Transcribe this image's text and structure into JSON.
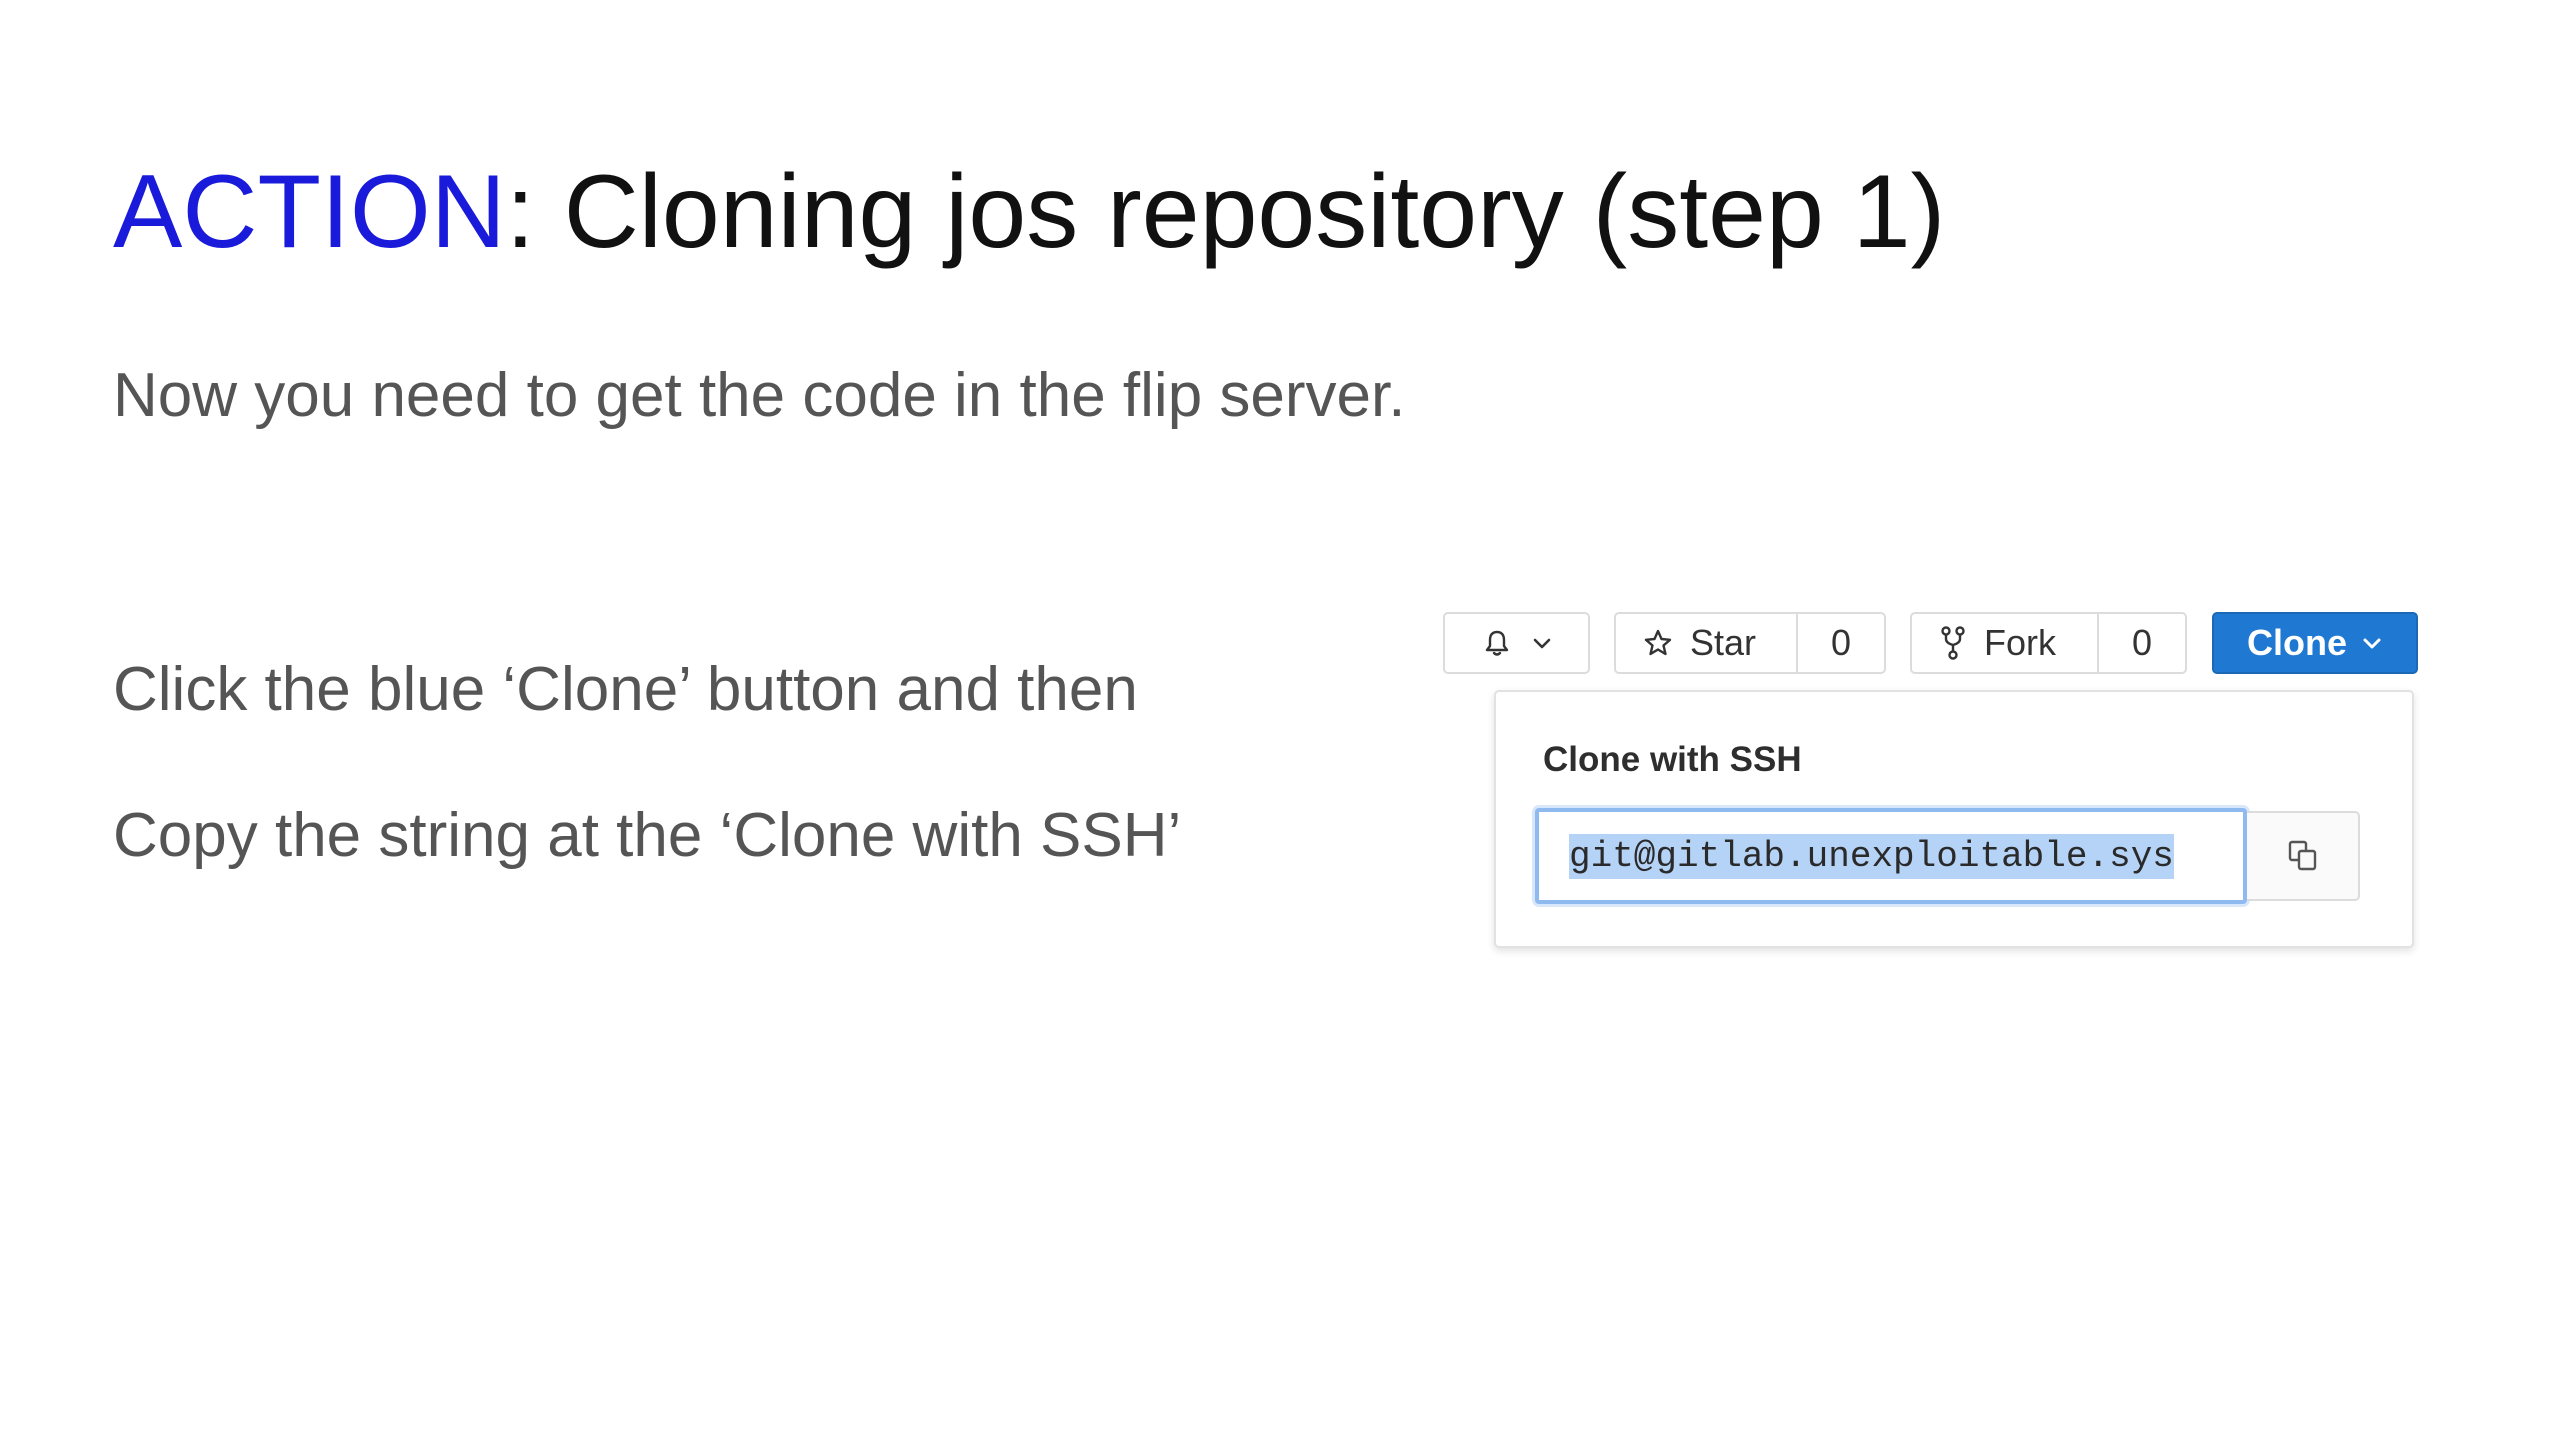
{
  "slide": {
    "title_accent": "ACTION",
    "title_rest": ": Cloning jos repository (step 1)",
    "subtitle": "Now you need to get the code in the flip server.",
    "instructions": [
      "Click the blue ‘Clone’ button and then",
      "Copy the string at the ‘Clone with SSH’"
    ],
    "accent_color": "#1a1adb"
  },
  "toolbar": {
    "notification_icon": "bell-icon",
    "star_label": "Star",
    "star_count": "0",
    "fork_label": "Fork",
    "fork_count": "0",
    "clone_label": "Clone",
    "clone_color": "#1f78d1"
  },
  "clone_panel": {
    "ssh_label": "Clone with SSH",
    "ssh_url": "git@gitlab.unexploitable.sys",
    "copy_icon": "copy-icon"
  }
}
